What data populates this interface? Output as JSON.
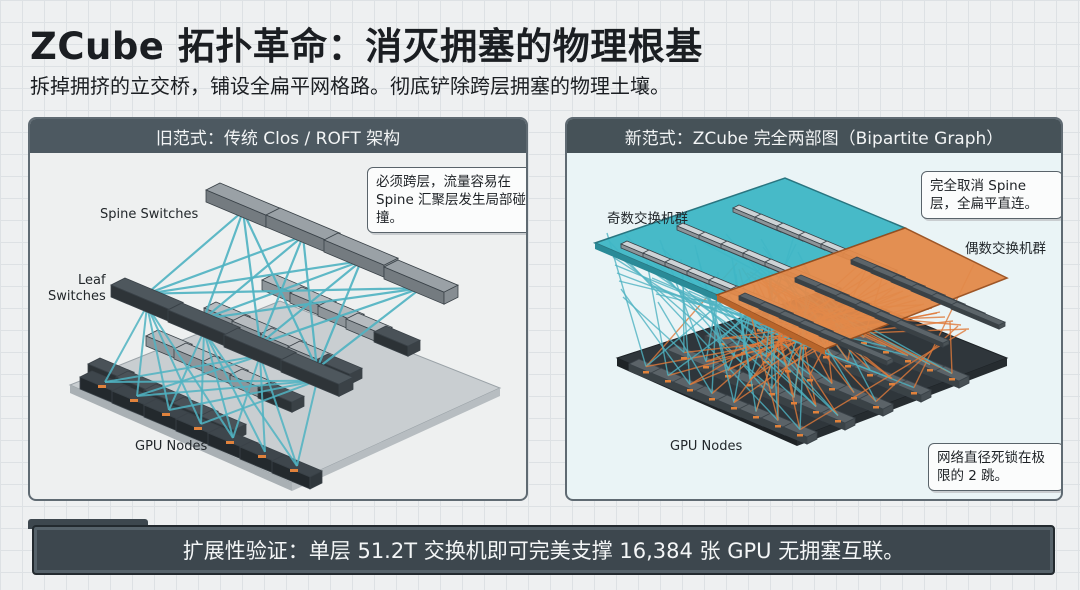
{
  "title": "ZCube 拓扑革命：消灭拥塞的物理根基",
  "subtitle": "拆掉拥挤的立交桥，铺设全扁平网格路。彻底铲除跨层拥塞的物理土壤。",
  "left_panel": {
    "header": "旧范式：传统 Clos / ROFT 架构",
    "labels": {
      "spine": "Spine Switches",
      "leaf_line1": "Leaf",
      "leaf_line2": "Switches",
      "gpu": "GPU Nodes"
    },
    "note": "必须跨层，流量容易在 Spine 汇聚层发生局部碰撞。"
  },
  "right_panel": {
    "header": "新范式：ZCube 完全两部图（Bipartite Graph）",
    "labels": {
      "odd": "奇数交换机群",
      "even": "偶数交换机群",
      "gpu": "GPU Nodes"
    },
    "note_top": "完全取消 Spine 层，全扁平直连。",
    "note_bottom": "网络直径死锁在极限的 2 跳。"
  },
  "banner": "扩展性验证：单层 51.2T 交换机即可完美支撑 16,384 张 GPU 无拥塞互联。",
  "colors": {
    "cyan_link": "#4fb3c2",
    "orange_link": "#e07a3a",
    "odd_group": "#3fb7c6",
    "even_group": "#e38a4a",
    "dark_frame": "#3d474e"
  },
  "icons": [
    "switch-icon",
    "gpu-node-icon",
    "link-line-icon"
  ]
}
